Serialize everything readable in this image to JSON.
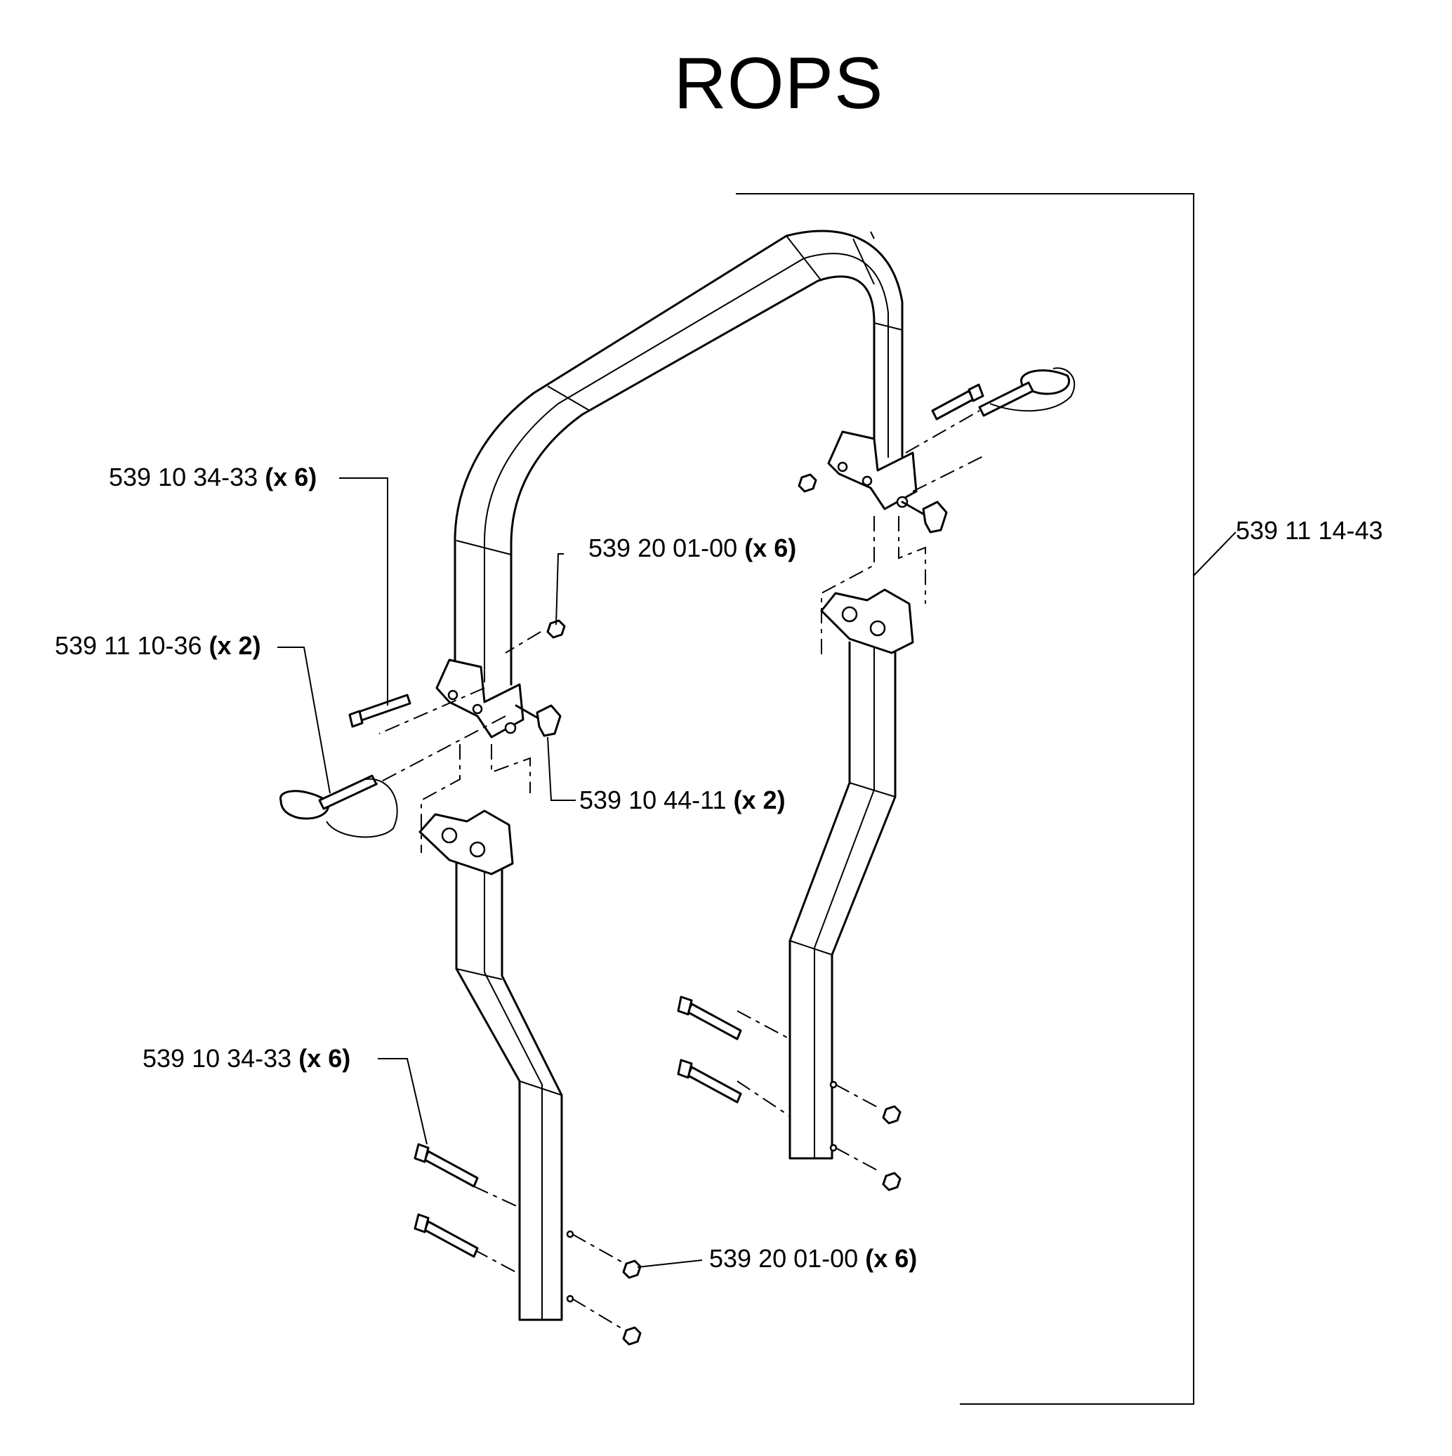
{
  "title": "ROPS",
  "callouts": {
    "bolt_upper": {
      "part": "539 10 34-33",
      "qty": "(x 6)"
    },
    "nut_upper": {
      "part": "539 20 01-00",
      "qty": "(x 6)"
    },
    "pin": {
      "part": "539 11 10-36",
      "qty": "(x 2)"
    },
    "knob": {
      "part": "539 10 44-11",
      "qty": "(x 2)"
    },
    "bolt_lower": {
      "part": "539 10 34-33",
      "qty": "(x 6)"
    },
    "nut_lower": {
      "part": "539 20 01-00",
      "qty": "(x 6)"
    },
    "assembly": {
      "part": "539 11 14-43"
    }
  }
}
